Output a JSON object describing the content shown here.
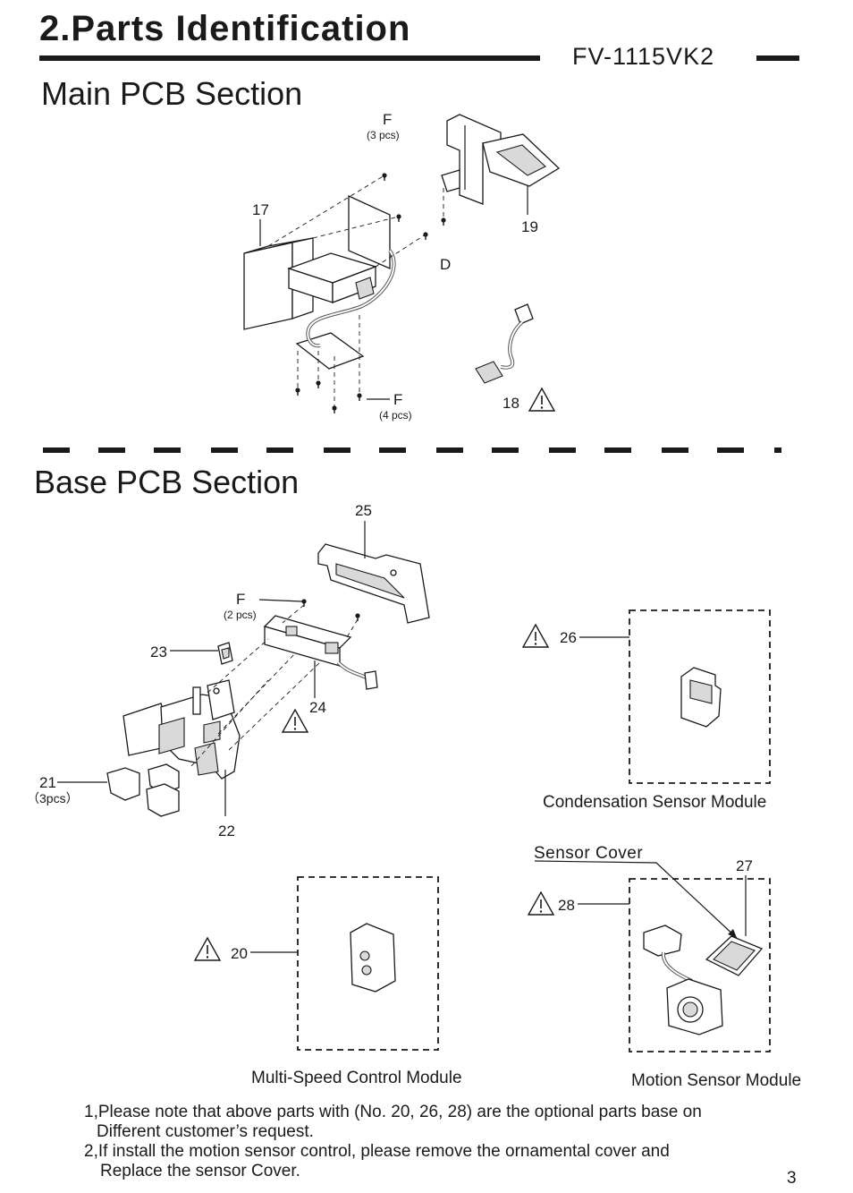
{
  "header": {
    "title": "2.Parts Identification",
    "model": "FV-1115VK2"
  },
  "main_pcb": {
    "heading": "Main PCB Section",
    "labels": {
      "f_top": "F",
      "f_top_qty": "(3 pcs)",
      "p17": "17",
      "p19": "19",
      "d": "D",
      "f_bottom": "F",
      "f_bottom_qty": "(4 pcs)",
      "p18": "18"
    }
  },
  "base_pcb": {
    "heading": "Base PCB Section",
    "labels": {
      "p25": "25",
      "f": "F",
      "f_qty": "(2 pcs)",
      "p23": "23",
      "p24": "24",
      "p21": "21",
      "p21_qty": "（3pcs）",
      "p22": "22",
      "p26": "26",
      "p27": "27",
      "p28": "28",
      "p20": "20",
      "sensor_cover": "Sensor Cover"
    },
    "captions": {
      "condensation": "Condensation Sensor Module",
      "multi_speed": "Multi-Speed Control Module",
      "motion": "Motion Sensor Module"
    }
  },
  "notes": [
    "1,Please note that above parts with (No. 20, 26, 28) are the optional parts base on",
    "Different customer’s request.",
    "2,If install the motion sensor control, please remove the ornamental cover and",
    "Replace  the sensor Cover."
  ],
  "page_number": "3"
}
